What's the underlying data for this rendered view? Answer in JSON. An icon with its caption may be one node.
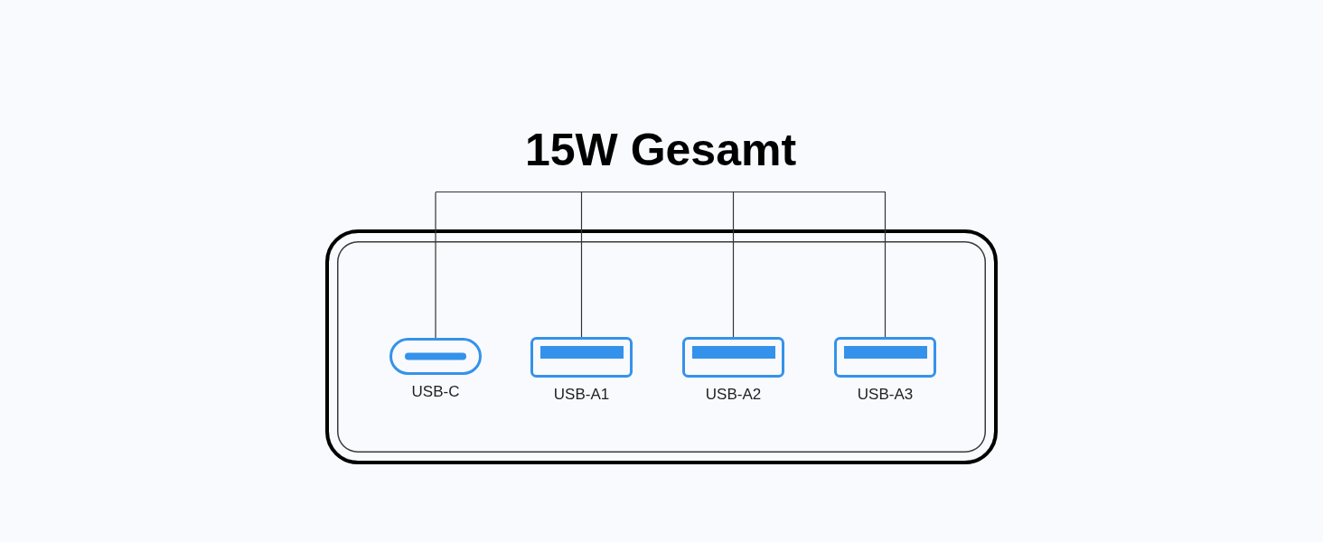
{
  "diagram": {
    "nodes": [
      {
        "text": [
          "15W Gesamt"
        ]
      },
      {
        "text": [],
        "shape": "box"
      },
      {
        "text": [
          "USB-C"
        ],
        "in": 1
      },
      {
        "text": [
          "USB-A1"
        ],
        "in": 1
      },
      {
        "text": [
          "USB-A2"
        ],
        "in": 1
      },
      {
        "text": [
          "USB-A3"
        ],
        "in": 1
      }
    ],
    "edges": [
      {
        "from": 0,
        "to": 2,
        "arrow": "none"
      },
      {
        "from": 0,
        "to": 3,
        "arrow": "none"
      },
      {
        "from": 0,
        "to": 4,
        "arrow": "none"
      },
      {
        "from": 0,
        "to": 5,
        "arrow": "none"
      }
    ]
  }
}
